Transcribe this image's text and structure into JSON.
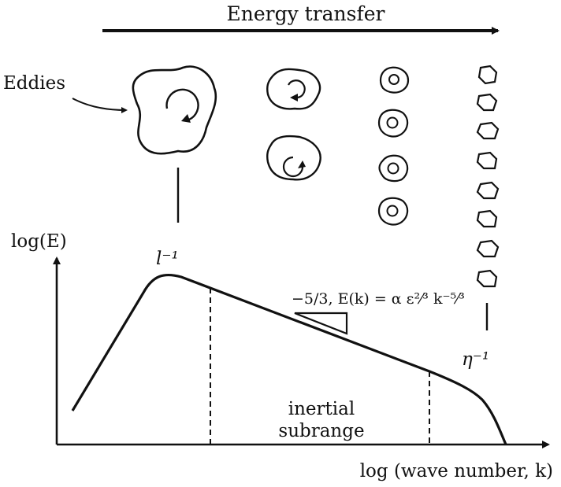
{
  "header": {
    "title": "Energy transfer"
  },
  "eddies_label": "Eddies",
  "axes": {
    "y_label": "log(E)",
    "x_label": "log (wave number, k)"
  },
  "scales": {
    "large": "l⁻¹",
    "small": "η⁻¹"
  },
  "slope": {
    "formula": "−5/3, E(k) = α ε²⁄³ k⁻⁵⁄³"
  },
  "region": {
    "line1": "inertial",
    "line2": "subrange"
  },
  "colors": {
    "ink": "#111111",
    "background": "#ffffff"
  }
}
